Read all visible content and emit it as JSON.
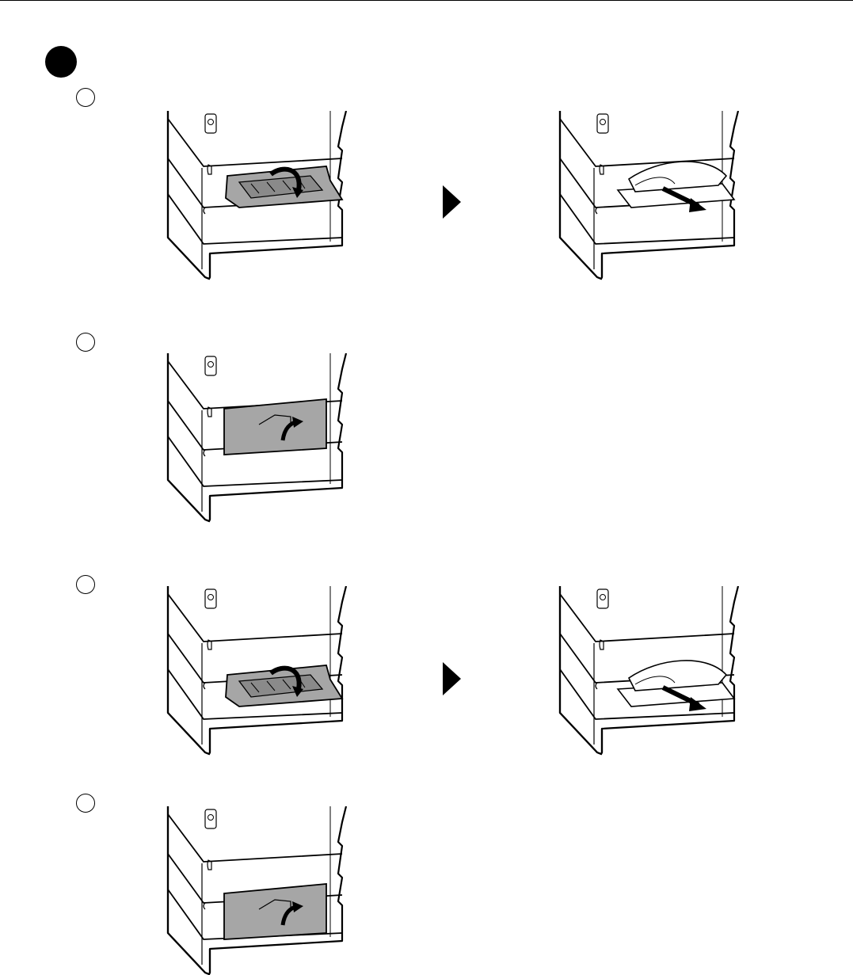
{
  "document": {
    "section_marker": "filled-circle",
    "steps": [
      {
        "marker": "empty-circle",
        "illustrations": [
          "open-lower-rear-cover-drawing",
          "remove-jammed-paper-drawing"
        ],
        "separator": "next-arrow"
      },
      {
        "marker": "empty-circle",
        "illustrations": [
          "close-rear-cover-drawing"
        ]
      },
      {
        "marker": "empty-circle",
        "illustrations": [
          "open-optional-cassette-cover-drawing",
          "remove-jammed-paper-drawing"
        ],
        "separator": "next-arrow"
      },
      {
        "marker": "empty-circle",
        "illustrations": [
          "close-optional-cassette-cover-drawing"
        ]
      }
    ],
    "colors": {
      "ink": "#000000",
      "cover_fill": "#a6a6a6",
      "paper": "#ffffff"
    }
  }
}
